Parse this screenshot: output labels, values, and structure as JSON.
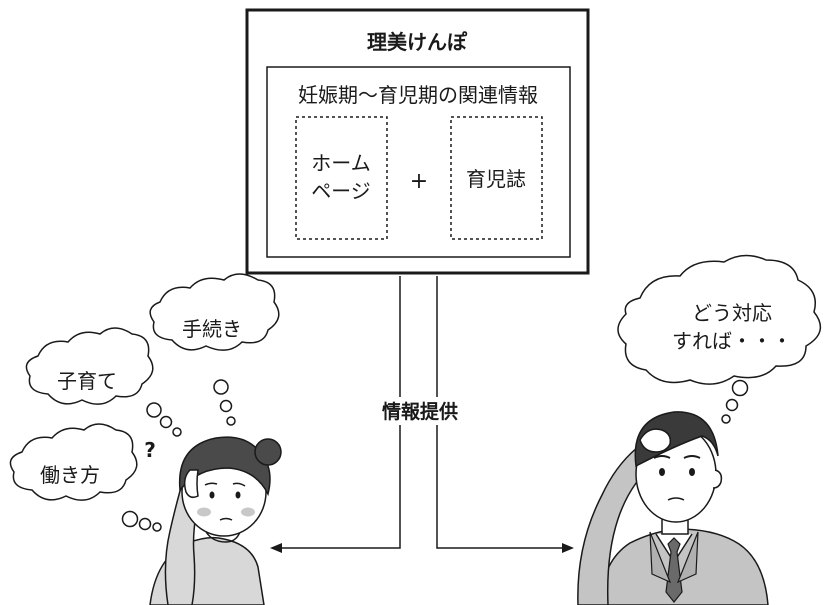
{
  "org": {
    "name": "理美けんぽ",
    "info_title": "妊娠期〜育児期の関連情報",
    "source_1_line_1": "ホーム",
    "source_1_line_2": "ページ",
    "plus_sign": "+",
    "source_2": "育児誌"
  },
  "flow": {
    "label": "情報提供"
  },
  "woman": {
    "thought_1": "手続き",
    "thought_2": "子育て",
    "thought_3": "働き方",
    "confusion_mark": "?"
  },
  "man": {
    "thought_line_1": "どう対応",
    "thought_line_2": "すれば・・・"
  }
}
